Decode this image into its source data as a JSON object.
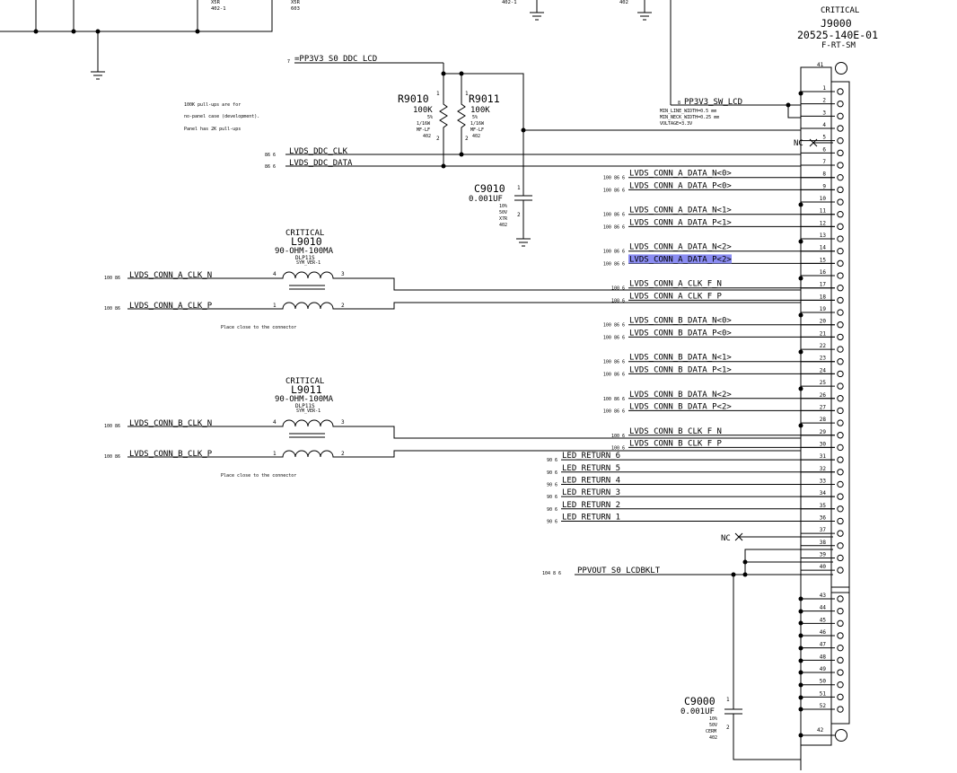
{
  "top_fragments": {
    "cap_left": [
      "X5R",
      "402-1"
    ],
    "cap_right": [
      "X5R",
      "603"
    ],
    "mid_left": "402-1",
    "mid_right": "402"
  },
  "connector": {
    "critical": "CRITICAL",
    "ref": "J9000",
    "part": "20525-140E-01",
    "pkg": "F-RT-SM",
    "pins_a": [
      "1",
      "2",
      "3",
      "4",
      "5",
      "6",
      "7",
      "8",
      "9",
      "10",
      "11",
      "12",
      "13",
      "14",
      "15",
      "16",
      "17",
      "18",
      "19",
      "20",
      "21",
      "22",
      "23",
      "24",
      "25",
      "26",
      "27",
      "28",
      "29",
      "30",
      "31",
      "32",
      "33",
      "34",
      "35",
      "36",
      "37",
      "38",
      "39",
      "40"
    ],
    "pins_b": [
      "43",
      "44",
      "45",
      "46",
      "47",
      "48",
      "49",
      "50",
      "51",
      "52"
    ],
    "pin_41": "41",
    "pin_42": "42"
  },
  "power": {
    "ddc_rail": "=PP3V3_S0_DDC_LCD",
    "ddc_page": "7",
    "sw_rail": "PP3V3_SW_LCD",
    "sw_page": "8",
    "min_line": "MIN_LINE_WIDTH=0.5 mm",
    "min_neck": "MIN_NECK_WIDTH=0.25 mm",
    "voltage": "VOLTAGE=3.3V",
    "bklt": "PPVOUT_S0_LCDBKLT",
    "bklt_page": "104 8 6"
  },
  "notes": {
    "pullup": [
      "100K pull-ups are for",
      "no-panel case (development).",
      "Panel has 2K pull-ups"
    ],
    "place": "Place close to the connector"
  },
  "resistors": [
    {
      "ref": "R9010",
      "value": "100K",
      "tol": "5%",
      "power": "1/16W",
      "type": "MF-LF",
      "size": "402",
      "p1": "1",
      "p2": "2"
    },
    {
      "ref": "R9011",
      "value": "100K",
      "tol": "5%",
      "power": "1/16W",
      "type": "MF-LF",
      "size": "402",
      "p1": "1",
      "p2": "2"
    }
  ],
  "caps": [
    {
      "ref": "C9010",
      "value": "0.001UF",
      "tol": "10%",
      "volt": "50V",
      "diel": "X7R",
      "size": "402",
      "p1": "1",
      "p2": "2"
    },
    {
      "ref": "C9000",
      "value": "0.001UF",
      "tol": "10%",
      "volt": "50V",
      "diel": "CERM",
      "size": "402",
      "p1": "1",
      "p2": "2"
    }
  ],
  "chokes": [
    {
      "critical": "CRITICAL",
      "ref": "L9010",
      "value": "90-OHM-100MA",
      "part": "DLP11S",
      "sym": "SYM_VER-1",
      "net_n": "LVDS_CONN_A_CLK_N",
      "net_p": "LVDS_CONN_A_CLK_P",
      "pages": "100 86",
      "pins": [
        "4",
        "3",
        "1",
        "2"
      ]
    },
    {
      "critical": "CRITICAL",
      "ref": "L9011",
      "value": "90-OHM-100MA",
      "part": "DLP11S",
      "sym": "SYM_VER-1",
      "net_n": "LVDS_CONN_B_CLK_N",
      "net_p": "LVDS_CONN_B_CLK_P",
      "pages": "100 86",
      "pins": [
        "4",
        "3",
        "1",
        "2"
      ]
    }
  ],
  "ddc_nets": [
    {
      "name": "LVDS_DDC_CLK",
      "page": "86 6"
    },
    {
      "name": "LVDS_DDC_DATA",
      "page": "86 6"
    }
  ],
  "nc": "NC",
  "right_nets": [
    {
      "name": "LVDS_CONN_A_DATA_N<0>",
      "page": "100 86 6"
    },
    {
      "name": "LVDS_CONN_A_DATA_P<0>",
      "page": "100 86 6"
    },
    {
      "name": "LVDS_CONN_A_DATA_N<1>",
      "page": "100 86 6"
    },
    {
      "name": "LVDS_CONN_A_DATA_P<1>",
      "page": "100 86 6"
    },
    {
      "name": "LVDS_CONN_A_DATA_N<2>",
      "page": "100 86 6"
    },
    {
      "name": "LVDS_CONN_A_DATA_P<2>",
      "page": "100 86 6",
      "selected_part": "LVDS_CONN_A_DATA_P",
      "rest": "<2>"
    },
    {
      "name": "LVDS_CONN_A_CLK_F_N",
      "page": "100 6"
    },
    {
      "name": "LVDS_CONN_A_CLK_F_P",
      "page": "100 6"
    },
    {
      "name": "LVDS_CONN_B_DATA_N<0>",
      "page": "100 86 6"
    },
    {
      "name": "LVDS_CONN_B_DATA_P<0>",
      "page": "100 86 6"
    },
    {
      "name": "LVDS_CONN_B_DATA_N<1>",
      "page": "100 86 6"
    },
    {
      "name": "LVDS_CONN_B_DATA_P<1>",
      "page": "100 86 6"
    },
    {
      "name": "LVDS_CONN_B_DATA_N<2>",
      "page": "100 86 6"
    },
    {
      "name": "LVDS_CONN_B_DATA_P<2>",
      "page": "100 86 6"
    },
    {
      "name": "LVDS_CONN_B_CLK_F_N",
      "page": "100 6"
    },
    {
      "name": "LVDS_CONN_B_CLK_F_P",
      "page": "100 6"
    },
    {
      "name": "LED_RETURN_6",
      "page": "90 6"
    },
    {
      "name": "LED_RETURN_5",
      "page": "90 6"
    },
    {
      "name": "LED_RETURN_4",
      "page": "90 6"
    },
    {
      "name": "LED_RETURN_3",
      "page": "90 6"
    },
    {
      "name": "LED_RETURN_2",
      "page": "90 6"
    },
    {
      "name": "LED_RETURN_1",
      "page": "90 6"
    }
  ],
  "colors": {
    "wire": "#000000",
    "selection": "#8a8cf2",
    "background": "#ffffff"
  }
}
